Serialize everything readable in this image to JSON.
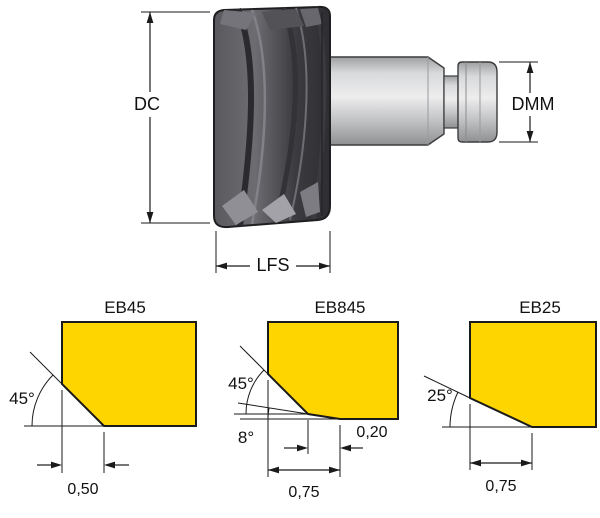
{
  "tool": {
    "dc_label": "DC",
    "dmm_label": "DMM",
    "lfs_label": "LFS"
  },
  "profiles": [
    {
      "title": "EB45",
      "primary_angle": "45°",
      "width": "0,50"
    },
    {
      "title": "EB845",
      "primary_angle": "45°",
      "secondary_angle": "8°",
      "land_width": "0,20",
      "width": "0,75"
    },
    {
      "title": "EB25",
      "primary_angle": "25°",
      "width": "0,75"
    }
  ],
  "colors": {
    "insert_yellow": "#FFD500",
    "line": "#1A1A1A"
  }
}
